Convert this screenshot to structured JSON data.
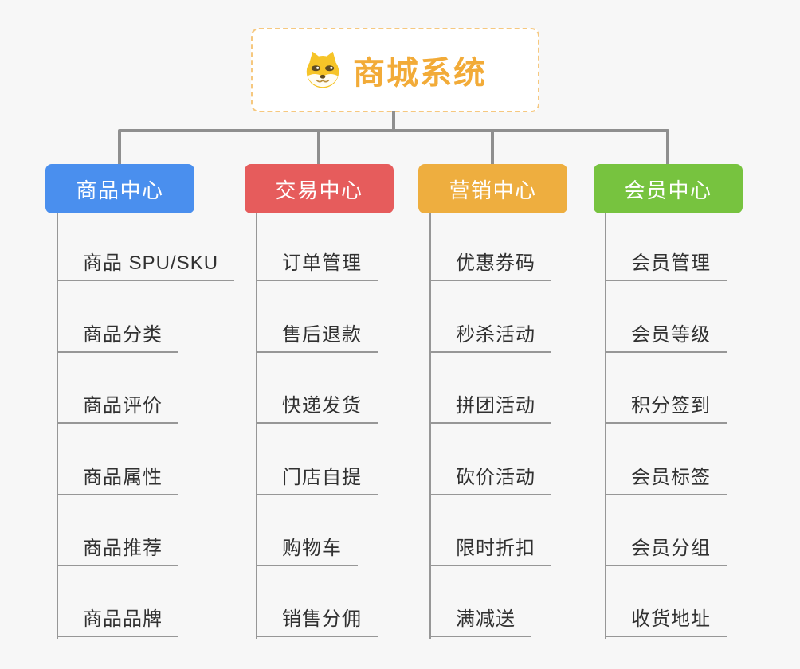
{
  "root": {
    "title": "商城系统",
    "title_color": "#f2ab38",
    "border_color": "#f6c87f",
    "icon": "shiba-dog-icon",
    "icon_colors": {
      "face": "#f6c428",
      "muzzle": "#fffdf4",
      "features": "#5d4a23",
      "mouth": "#bb8e3d"
    }
  },
  "connector_color": "#8f8f8f",
  "leaf_line_color": "#979797",
  "background_color": "#f7f7f7",
  "branches": [
    {
      "label": "商品中心",
      "color": "#4a8fee",
      "items": [
        "商品 SPU/SKU",
        "商品分类",
        "商品评价",
        "商品属性",
        "商品推荐",
        "商品品牌"
      ]
    },
    {
      "label": "交易中心",
      "color": "#e65c5c",
      "items": [
        "订单管理",
        "售后退款",
        "快递发货",
        "门店自提",
        "购物车",
        "销售分佣"
      ]
    },
    {
      "label": "营销中心",
      "color": "#eeae3f",
      "items": [
        "优惠券码",
        "秒杀活动",
        "拼团活动",
        "砍价活动",
        "限时折扣",
        "满减送"
      ]
    },
    {
      "label": "会员中心",
      "color": "#77c33f",
      "items": [
        "会员管理",
        "会员等级",
        "积分签到",
        "会员标签",
        "会员分组",
        "收货地址"
      ]
    }
  ]
}
